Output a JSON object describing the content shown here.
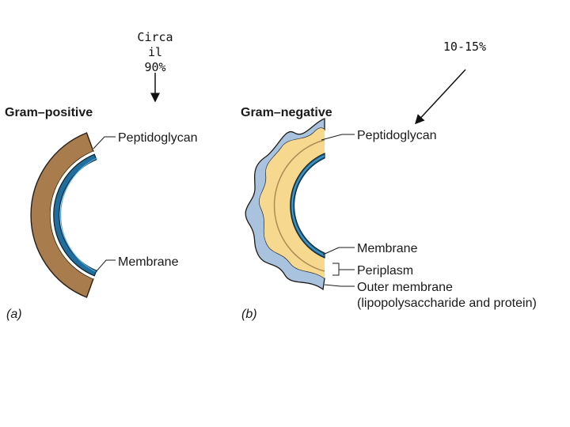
{
  "annotations": {
    "left_note": "Circa il\n90%",
    "right_note": "10-15%"
  },
  "panel_a": {
    "title": "Gram–positive",
    "tag": "(a)",
    "labels": [
      "Peptidoglycan",
      "Membrane"
    ]
  },
  "panel_b": {
    "title": "Gram–negative",
    "tag": "(b)",
    "labels": [
      "Peptidoglycan",
      "Membrane",
      "Periplasm",
      "Outer membrane",
      "(lipopolysaccharide and protein)"
    ]
  },
  "colors": {
    "peptidoglycan_thick": "#a87c4c",
    "peptidoglycan_thin": "#f6d88e",
    "membrane_blue": "#1f6e9e",
    "outer_membrane": "#a9c3de",
    "text": "#1a1a1a"
  }
}
